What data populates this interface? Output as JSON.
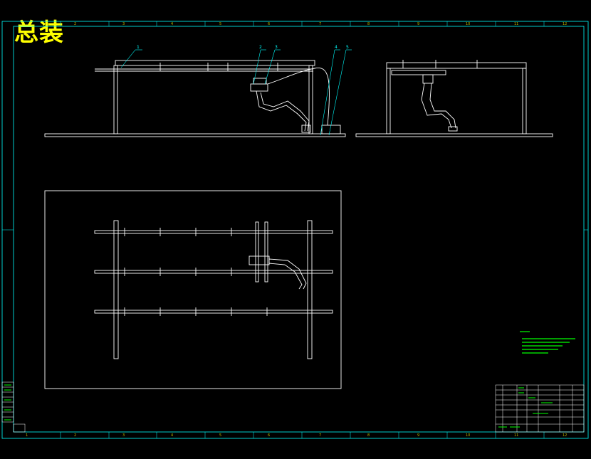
{
  "drawing": {
    "title": "总装",
    "column_numbers": [
      "1",
      "2",
      "3",
      "4",
      "5",
      "6",
      "7",
      "8",
      "9",
      "10",
      "11",
      "12"
    ],
    "callouts": [
      "1",
      "2",
      "3",
      "4",
      "5"
    ]
  },
  "colors": {
    "background": "#000000",
    "frame": "#00ffff",
    "geometry": "#ffffff",
    "title": "#ffff00",
    "notes": "#00ff00"
  }
}
